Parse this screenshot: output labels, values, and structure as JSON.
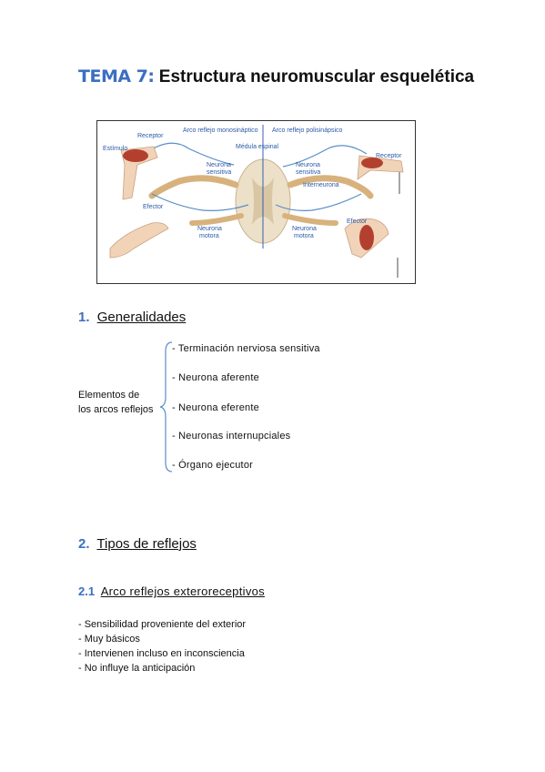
{
  "title": {
    "tema": "TEMA 7:",
    "text": "Estructura neuromuscular esquelética"
  },
  "figure": {
    "labels": {
      "arco_mono": "Arco reflejo monosináptico",
      "arco_poli": "Arco reflejo polisinápsico",
      "receptor_left": "Receptor",
      "estimulo": "Estímulo",
      "medula": "Médula espinal",
      "neurona_sensitiva_left_1": "Neurona",
      "neurona_sensitiva_left_2": "sensitiva",
      "neurona_sensitiva_right_1": "Neurona",
      "neurona_sensitiva_right_2": "sensitiva",
      "interneurona": "Interneurona",
      "receptor_right": "Receptor",
      "efector_left": "Efector",
      "efector_right": "Efector",
      "neurona_motora_left_1": "Neurona",
      "neurona_motora_left_2": "motora",
      "neurona_motora_right_1": "Neurona",
      "neurona_motora_right_2": "motora"
    }
  },
  "section1": {
    "num": "1.",
    "title": "Generalidades",
    "label_line1": "Elementos de",
    "label_line2": "los arcos reflejos",
    "items": [
      "- Terminación nerviosa sensitiva",
      "- Neurona aferente",
      "- Neurona eferente",
      "- Neuronas internupciales",
      "- Órgano ejecutor"
    ]
  },
  "section2": {
    "num": "2.",
    "title": "Tipos de reflejos"
  },
  "section21": {
    "num": "2.1",
    "title": "Arco reflejos exteroreceptivos",
    "bullets": [
      "- Sensibilidad proveniente del exterior",
      "- Muy básicos",
      "- Intervienen incluso en inconsciencia",
      "- No influye la anticipación"
    ]
  }
}
